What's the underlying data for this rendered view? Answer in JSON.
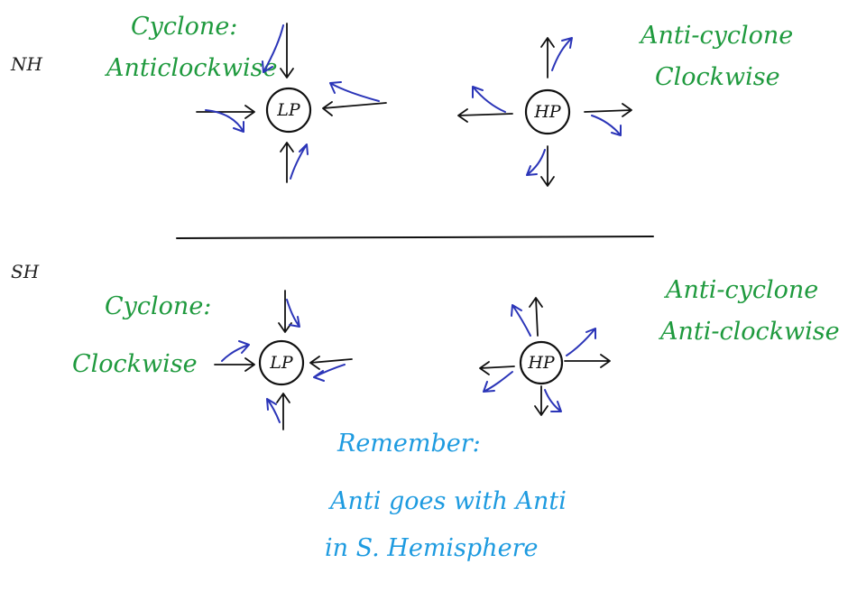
{
  "colors": {
    "ink": "#111111",
    "green": "#1f9a3e",
    "deflection_blue": "#2b35b8",
    "note_blue": "#1e9be0"
  },
  "northern": {
    "label": "NH",
    "cyclone": {
      "title": "Cyclone:",
      "direction": "Anticlockwise",
      "centre": "LP"
    },
    "anticyclone": {
      "title": "Anti-cyclone",
      "direction": "Clockwise",
      "centre": "HP"
    }
  },
  "southern": {
    "label": "SH",
    "cyclone": {
      "title": "Cyclone:",
      "direction": "Clockwise",
      "centre": "LP"
    },
    "anticyclone": {
      "title": "Anti-cyclone",
      "direction": "Anti-clockwise",
      "centre": "HP"
    }
  },
  "note": {
    "heading": "Remember:",
    "line1": "Anti goes with Anti",
    "line2": "in S. Hemisphere"
  }
}
